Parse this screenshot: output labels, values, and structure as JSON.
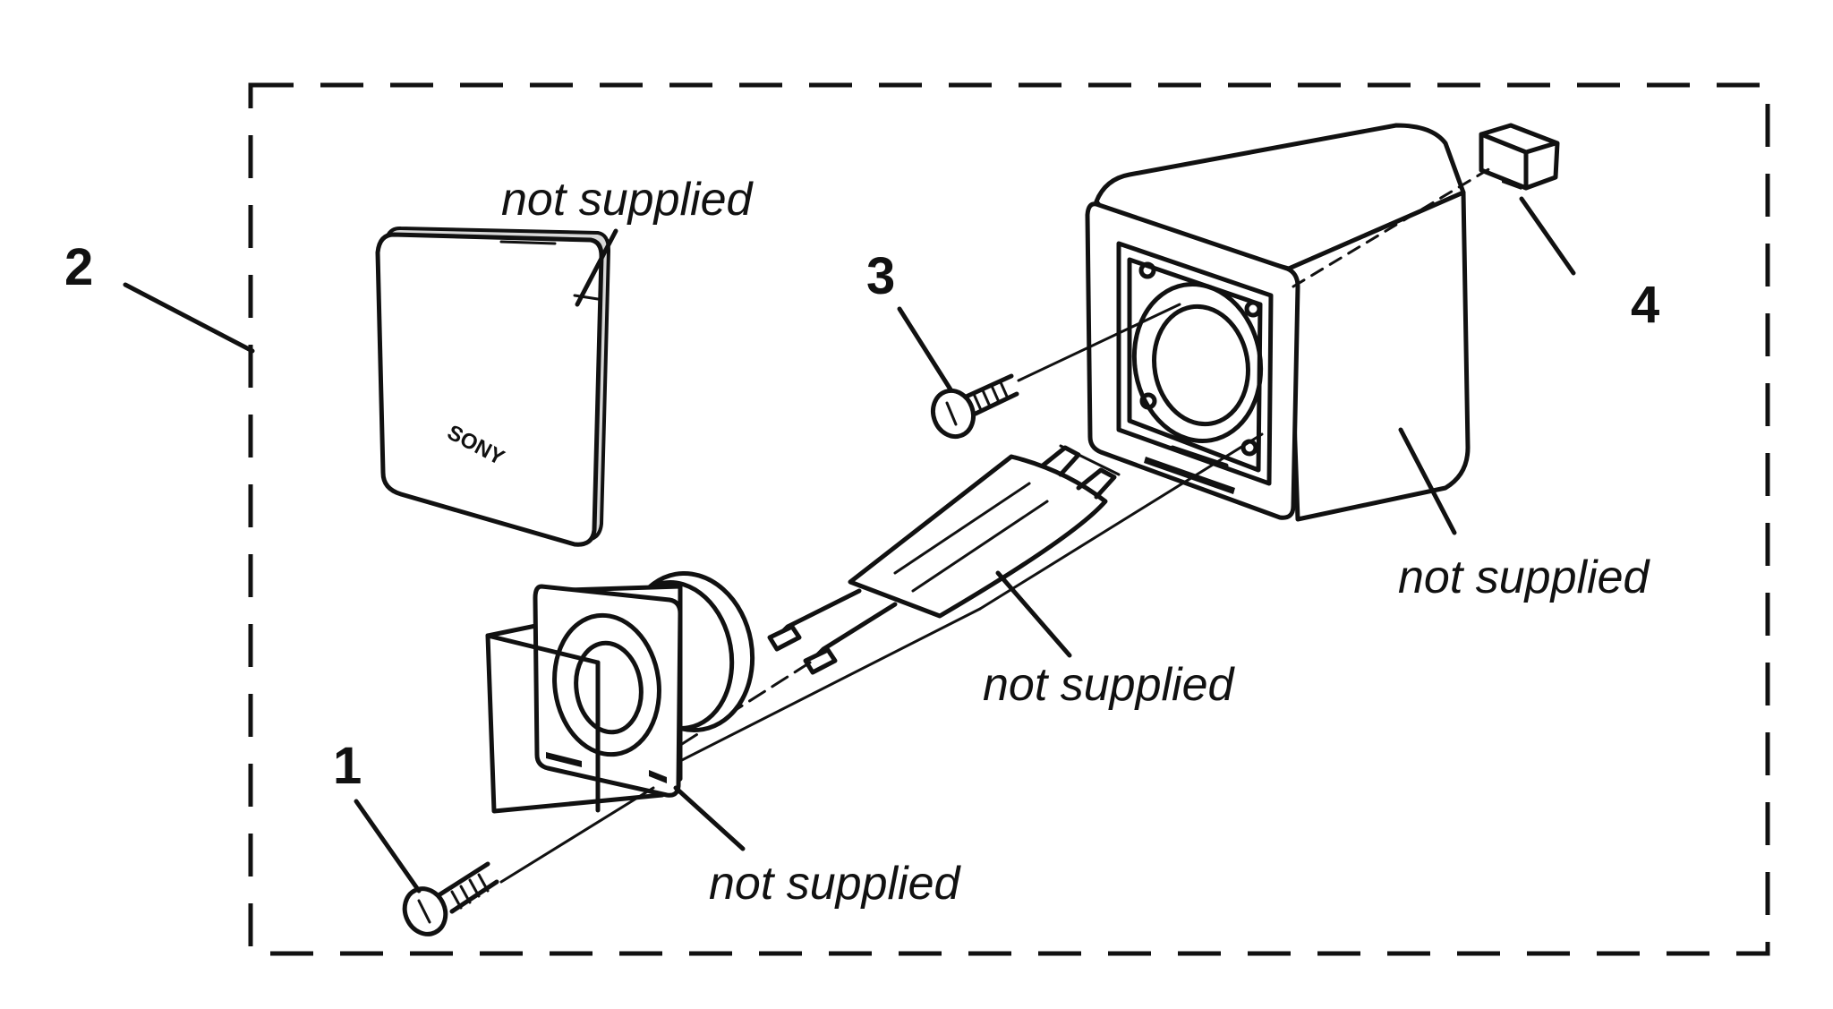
{
  "part_numbers": {
    "screw_front": "1",
    "assembly": "2",
    "screw_rear": "3",
    "connector": "4"
  },
  "notes": {
    "front_grille": "not supplied",
    "cabinet": "not supplied",
    "harness_cover": "not supplied",
    "speaker_unit": "not supplied"
  },
  "grille_logo": "SONY"
}
